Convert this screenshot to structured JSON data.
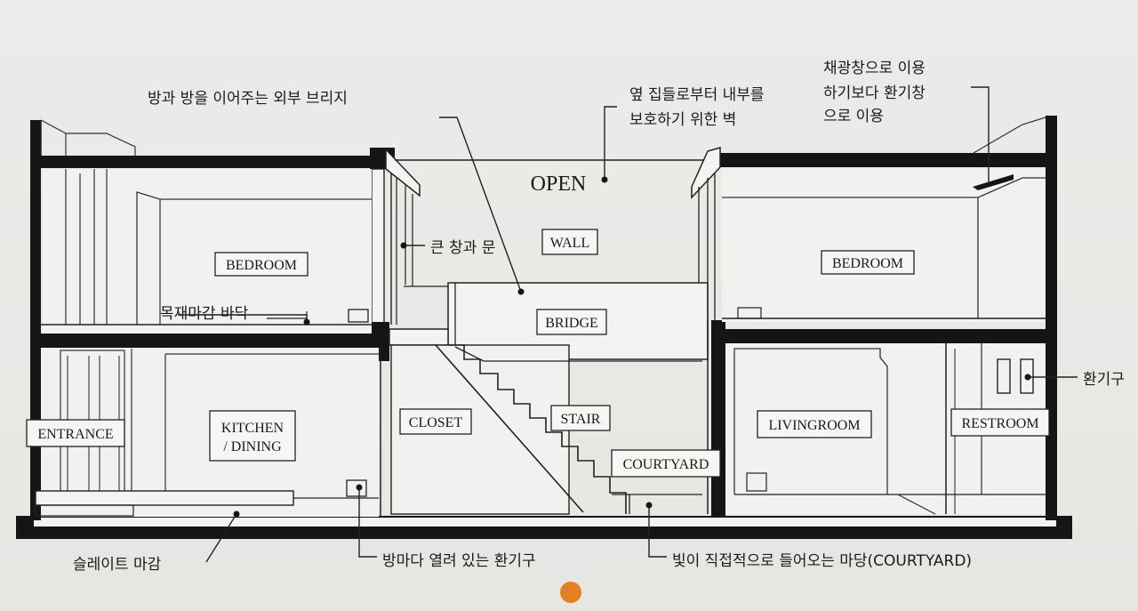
{
  "rooms": {
    "bedroom_left": "BEDROOM",
    "bedroom_right": "BEDROOM",
    "wall": "WALL",
    "bridge": "BRIDGE",
    "entrance": "ENTRANCE",
    "kitchen_line1": "KITCHEN",
    "kitchen_line2": "/ DINING",
    "closet": "CLOSET",
    "stair": "STAIR",
    "courtyard": "COURTYARD",
    "livingroom": "LIVINGROOM",
    "restroom": "RESTROOM",
    "open": "OPEN"
  },
  "annotations": {
    "bridge_note": "방과 방을 이어주는 외부 브리지",
    "wall_note_line1": "옆 집들로부터 내부를",
    "wall_note_line2": "보호하기 위한 벽",
    "skylight_line1": "채광창으로 이용",
    "skylight_line2": "하기보다 환기창",
    "skylight_line3": "으로 이용",
    "big_window": "큰 창과 문",
    "wood_floor": "목재마감 바닥",
    "vent_right": "환기구",
    "slate": "슬레이트 마감",
    "room_vents": "방마다 열려 있는 환기구",
    "courtyard_note": "빛이 직접적으로 들어오는 마당(COURTYARD)"
  },
  "colors": {
    "ink": "#111111",
    "paper": "#ebebe9",
    "accent_dot": "#e67e22"
  }
}
